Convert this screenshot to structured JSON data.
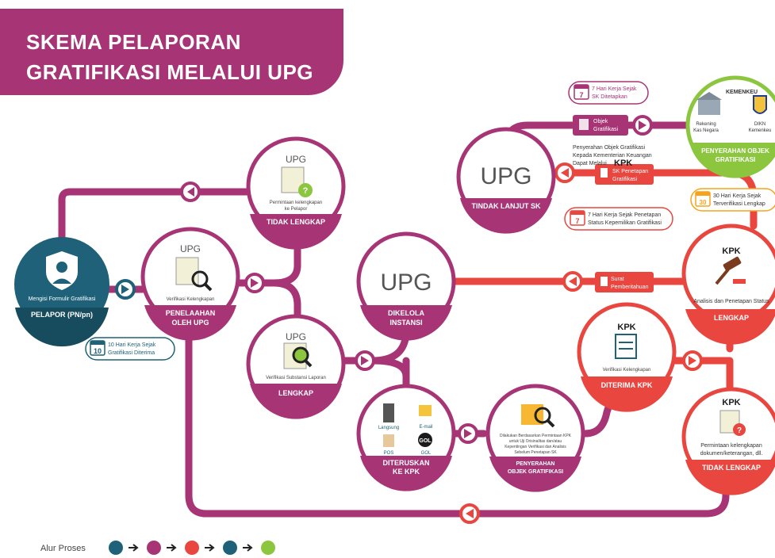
{
  "title": {
    "line1": "SKEMA PELAPORAN",
    "line2": "GRATIFIKASI MELALUI UPG"
  },
  "colors": {
    "purple": "#a73576",
    "teal": "#1e6178",
    "red": "#e8463f",
    "green": "#8cc63f"
  },
  "nodes": {
    "pelapor": {
      "desc": "Mengisi Formulir Gratifikasi",
      "label": "PELAPOR (PN/pn)"
    },
    "penelaahan": {
      "logo": "UPG",
      "desc": "Verifikasi Kelengkapan",
      "label1": "PENELAAHAN",
      "label2": "OLEH UPG"
    },
    "tidak_lengkap_upg": {
      "logo": "UPG",
      "desc1": "Permintaan kelengkapan",
      "desc2": "ke Pelapor",
      "label": "TIDAK LENGKAP"
    },
    "lengkap_upg": {
      "logo": "UPG",
      "desc": "Verifikasi Substansi Laporan",
      "label": "LENGKAP"
    },
    "diteruskan": {
      "opt1": "Langsung",
      "opt2": "E-mail",
      "opt3": "POS",
      "opt4": "GOL",
      "gol_icon": "GOL",
      "label1": "DITERUSKAN",
      "label2": "KE KPK"
    },
    "penyerahan": {
      "desc1": "Dilakukan Berdasarkan Permintaan KPK",
      "desc2": "untuk Uji Orisinalitas dan/atau",
      "desc3": "Kepentingan Verifikasi dan Analisis",
      "desc4": "Sebelum Penetapan SK",
      "label1": "PENYERAHAN",
      "label2": "OBJEK GRATIFIKASI"
    },
    "dikelola": {
      "logo": "UPG",
      "label1": "DIKELOLA",
      "label2": "INSTANSI"
    },
    "diterima": {
      "logo": "KPK",
      "desc": "Verifikasi Kelengkapan",
      "label": "DITERIMA KPK"
    },
    "tidak_lanjut": {
      "logo": "UPG",
      "label": "TINDAK LANJUT SK"
    },
    "lengkap_kpk": {
      "logo": "KPK",
      "desc": "Analisis dan Penetapan Status",
      "label": "LENGKAP"
    },
    "tidak_lengkap_kpk": {
      "logo": "KPK",
      "desc1": "Permintaan kelengkapan",
      "desc2": "dokumen/keterangan, dll.",
      "label": "TIDAK LENGKAP"
    },
    "kemenkeu": {
      "header": "KEMENKEU",
      "item1a": "Rekening",
      "item1b": "Kas Negara",
      "item2a": "DIKN",
      "item2b": "Kemenkeu",
      "label1": "PENYERAHAN OBJEK",
      "label2": "GRATIFIKASI"
    }
  },
  "tags": {
    "sk_penetapan": {
      "line1": "SK Penetapan",
      "line2": "Gratifikasi"
    },
    "surat": {
      "line1": "Surat",
      "line2": "Pemberitahuan"
    },
    "objek": {
      "line1": "Objek",
      "line2": "Gratifikasi"
    }
  },
  "callouts": {
    "c10": {
      "num": "10",
      "line1": "10 Hari Kerja Sejak",
      "line2": "Gratifikasi Diterima"
    },
    "c7sk": {
      "num": "7",
      "line1": "7 Hari Kerja Sejak",
      "line2": "SK Ditetapkan"
    },
    "c7pen": {
      "num": "7",
      "line1": "7 Hari Kerja Sejak Penetapan",
      "line2": "Status Kepemilikan Gratifikasi"
    },
    "c30": {
      "num": "30",
      "line1": "30 Hari Kerja Sejak",
      "line2": "Terverifikasi Lengkap"
    }
  },
  "note": {
    "line1": "Penyerahan Objek Gratifikasi",
    "line2": "Kepada Kementerian Keuangan",
    "line3": "Dapat Melalui",
    "logo": "KPK"
  },
  "legend": {
    "label": "Alur Proses",
    "dots": [
      "#1e6178",
      "#a73576",
      "#e8463f",
      "#1e6178",
      "#8cc63f"
    ]
  }
}
